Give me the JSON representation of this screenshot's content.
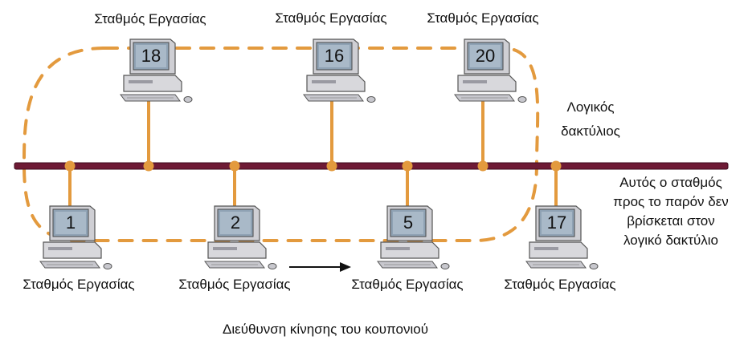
{
  "colors": {
    "bus": "#6e1a35",
    "bus_edge": "#3d0a1c",
    "drop": "#e39a3e",
    "ring": "#e39a3e",
    "monitor_body": "#cfcfd4",
    "screen": "#8fa2b4",
    "text": "#111111"
  },
  "top_stations": [
    {
      "id": "18",
      "label": "Σταθμός Εργασίας"
    },
    {
      "id": "16",
      "label": "Σταθμός Εργασίας"
    },
    {
      "id": "20",
      "label": "Σταθμός Εργασίας"
    }
  ],
  "bottom_stations": [
    {
      "id": "1",
      "label": "Σταθμός Εργασίας"
    },
    {
      "id": "2",
      "label": "Σταθμός Εργασίας"
    },
    {
      "id": "5",
      "label": "Σταθμός Εργασίας"
    },
    {
      "id": "17",
      "label": "Σταθμός Εργασίας"
    }
  ],
  "ring_label": {
    "line1": "Λογικός",
    "line2": "δακτύλιος"
  },
  "excluded_note": {
    "line1": "Αυτός ο σταθμός",
    "line2": "προς το παρόν δεν",
    "line3": "βρίσκεται στον",
    "line4": "λογικό δακτύλιο"
  },
  "direction_label": "Διεύθυνση κίνησης του κουπονιού"
}
